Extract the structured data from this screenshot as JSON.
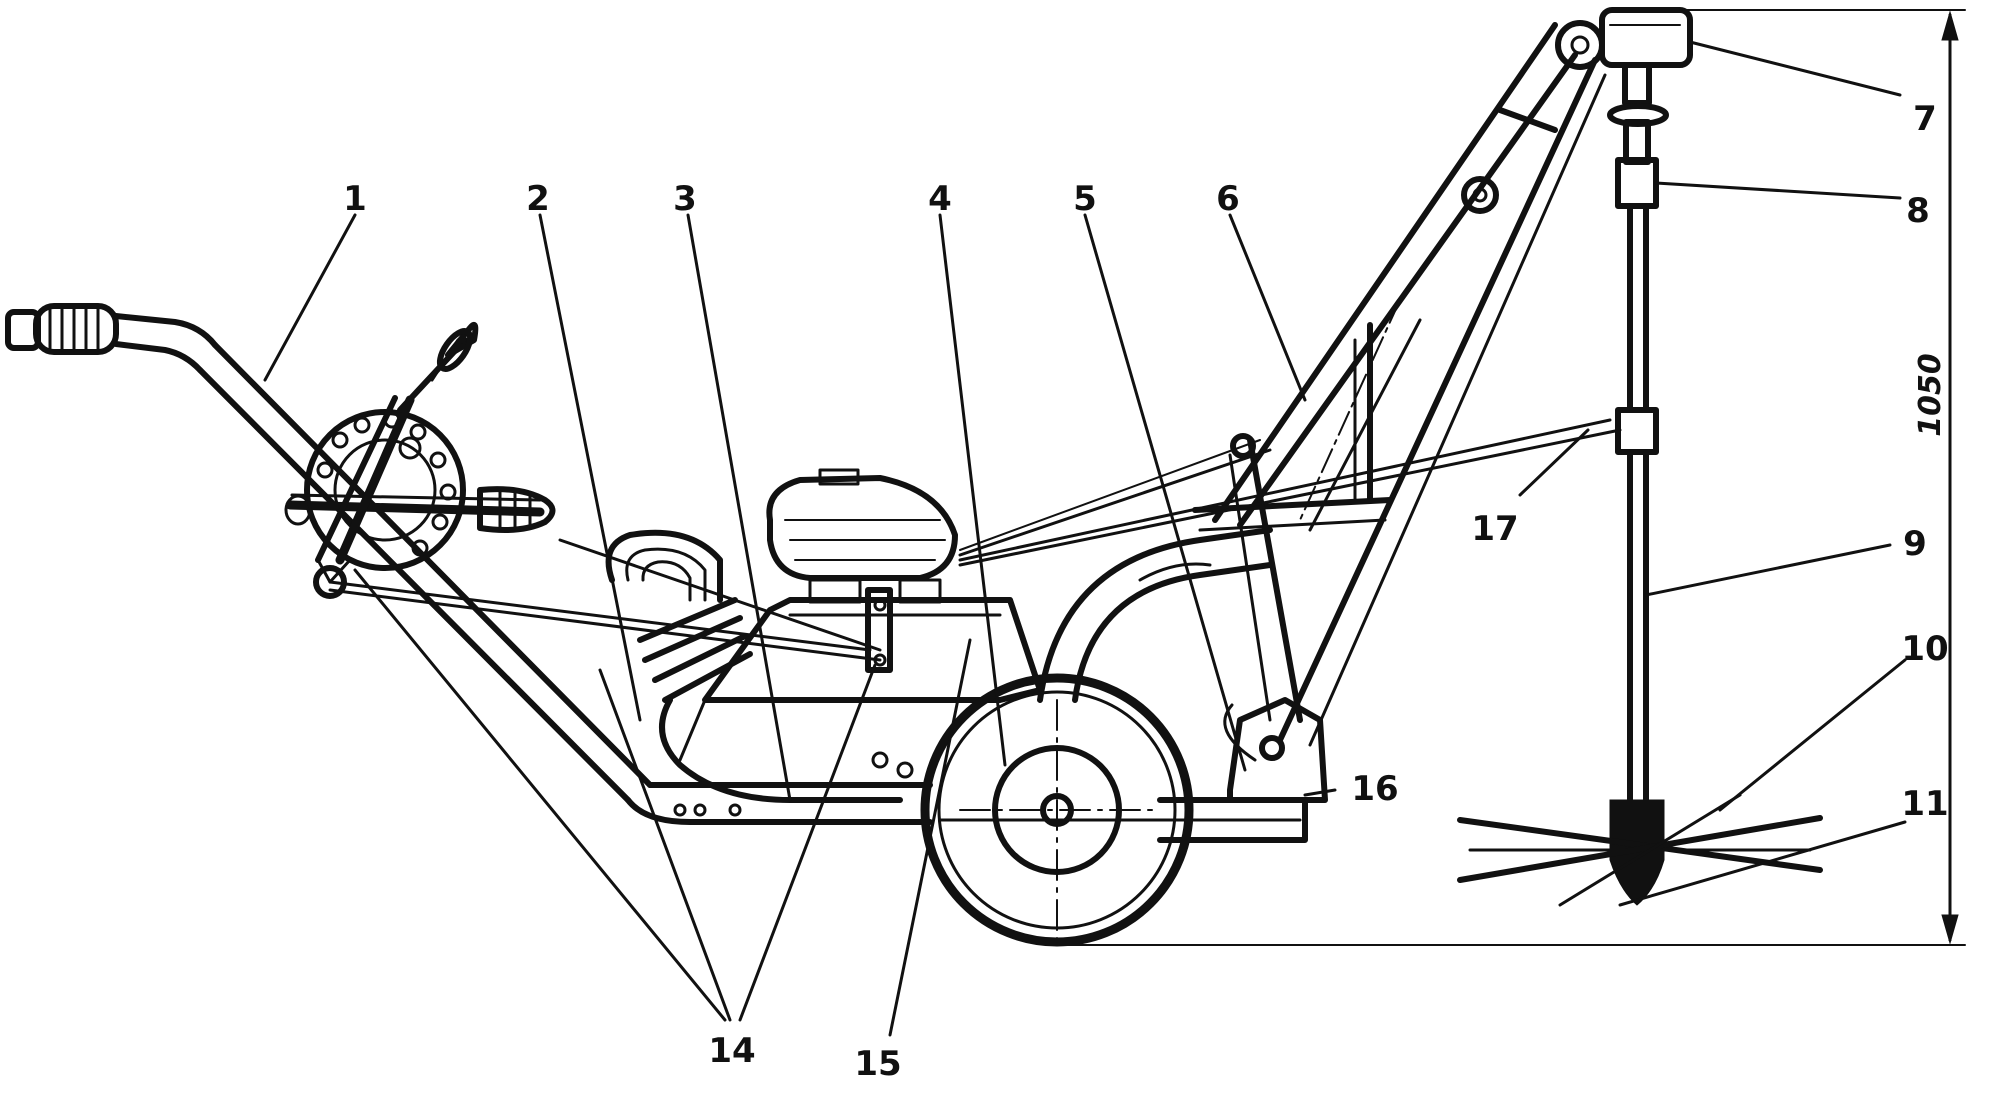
{
  "labels": {
    "l1": "1",
    "l2": "2",
    "l3": "3",
    "l4": "4",
    "l5": "5",
    "l6": "6",
    "l7": "7",
    "l8": "8",
    "l9": "9",
    "l10": "10",
    "l11": "11",
    "l14": "14",
    "l15": "15",
    "l16": "16",
    "l17": "17"
  },
  "dimension": {
    "height": "1050"
  },
  "colors": {
    "ink": "#111111",
    "paper": "#ffffff"
  }
}
